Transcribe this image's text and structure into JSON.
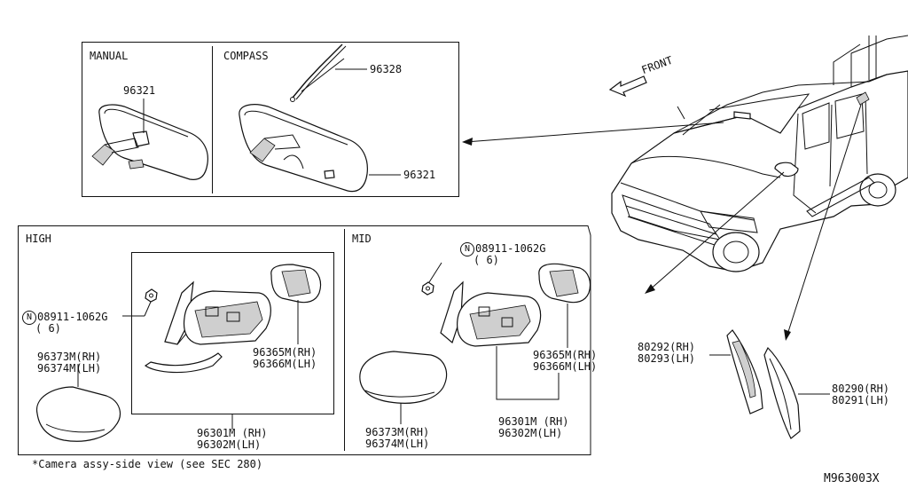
{
  "sections": {
    "manual": "MANUAL",
    "compass": "COMPASS",
    "high": "HIGH",
    "mid": "MID"
  },
  "front_label": "FRONT",
  "parts": {
    "p96321_manual": "96321",
    "p96328": "96328",
    "p96321_compass": "96321",
    "high_nut_no": "N",
    "high_nut": "08911-1062G",
    "high_nut_qty": "( 6)",
    "high_cover_rh": "96373M(RH)",
    "high_cover_lh": "96374M(LH)",
    "high_glass_rh": "96365M(RH)",
    "high_glass_lh": "96366M(LH)",
    "high_assy_rh": "96301M (RH)",
    "high_assy_lh": "96302M(LH)",
    "mid_nut_no": "N",
    "mid_nut": "08911-1062G",
    "mid_nut_qty": "( 6)",
    "mid_glass_rh": "96365M(RH)",
    "mid_glass_lh": "96366M(LH)",
    "mid_cover_rh": "96373M(RH)",
    "mid_cover_lh": "96374M(LH)",
    "mid_assy_rh": "96301M (RH)",
    "mid_assy_lh": "96302M(LH)",
    "p80292": "80292(RH)",
    "p80293": "80293(LH)",
    "p80290": "80290(RH)",
    "p80291": "80291(LH)"
  },
  "footnote": "*Camera assy-side view (see SEC 280)",
  "drawing_id": "M963003X"
}
